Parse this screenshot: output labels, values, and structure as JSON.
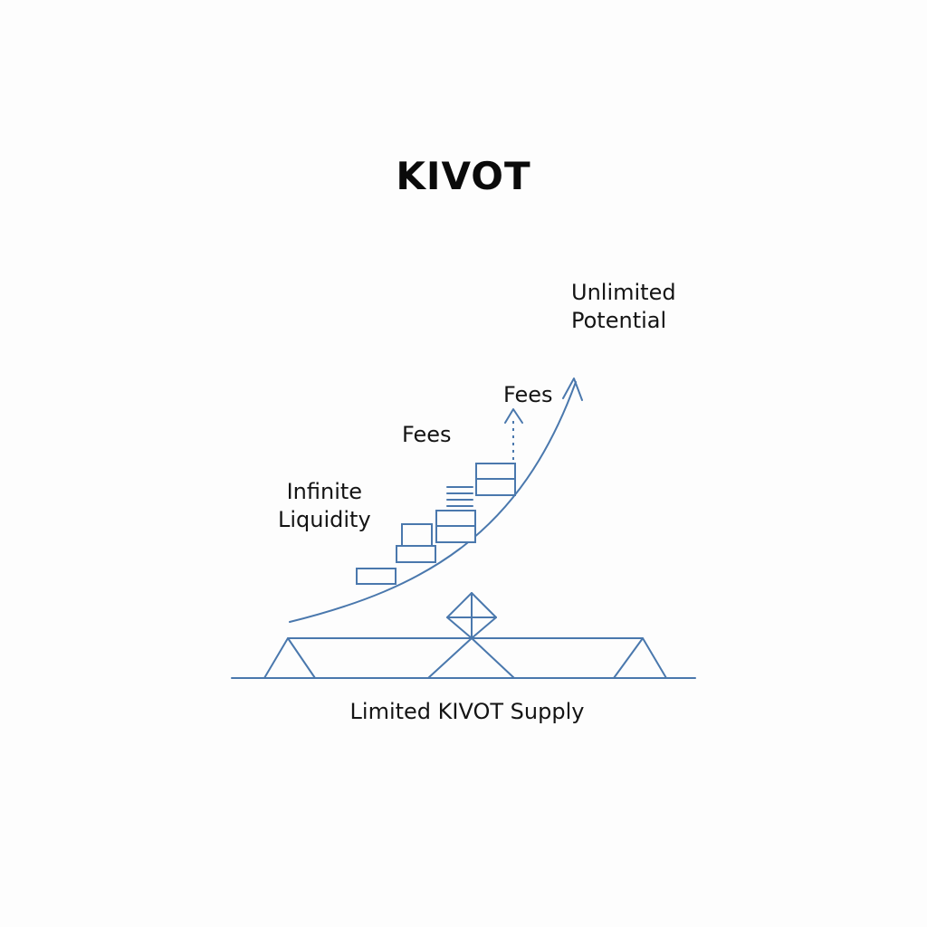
{
  "title": "KIVOT",
  "labels": {
    "unlimited_potential": "Unlimited\nPotential",
    "fees_upper": "Fees",
    "fees_lower": "Fees",
    "infinite_liquidity": "Infinite\nLiquidity",
    "limited_supply": "Limited KIVOT Supply"
  },
  "colors": {
    "line": "#4a78ad",
    "text": "#141414",
    "background": "#fdfdfd"
  }
}
